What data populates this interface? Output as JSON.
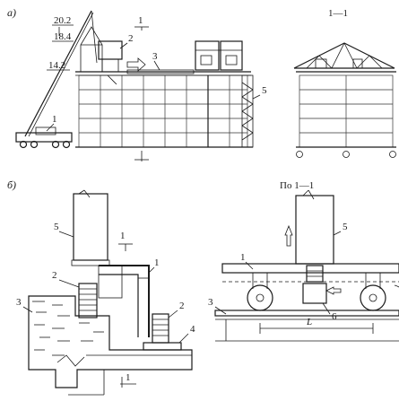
{
  "panel_a": {
    "label": "а)",
    "levels": {
      "l1": "20.2",
      "l2": "18.4",
      "l3": "14.2"
    },
    "callouts": {
      "c1": "1",
      "c2": "2",
      "c3": "3",
      "c5": "5"
    },
    "section_mark": "1",
    "section_label": "1—1"
  },
  "panel_b": {
    "label": "б)",
    "section_label": "По 1—1",
    "callouts": {
      "c1": "1",
      "c2": "2",
      "c3": "3",
      "c4": "4",
      "c5": "5",
      "r1": "1",
      "r3": "3",
      "r5": "5",
      "r6": "6"
    },
    "section_mark_top": "1",
    "section_mark_bottom": "1",
    "span_label": "L"
  }
}
